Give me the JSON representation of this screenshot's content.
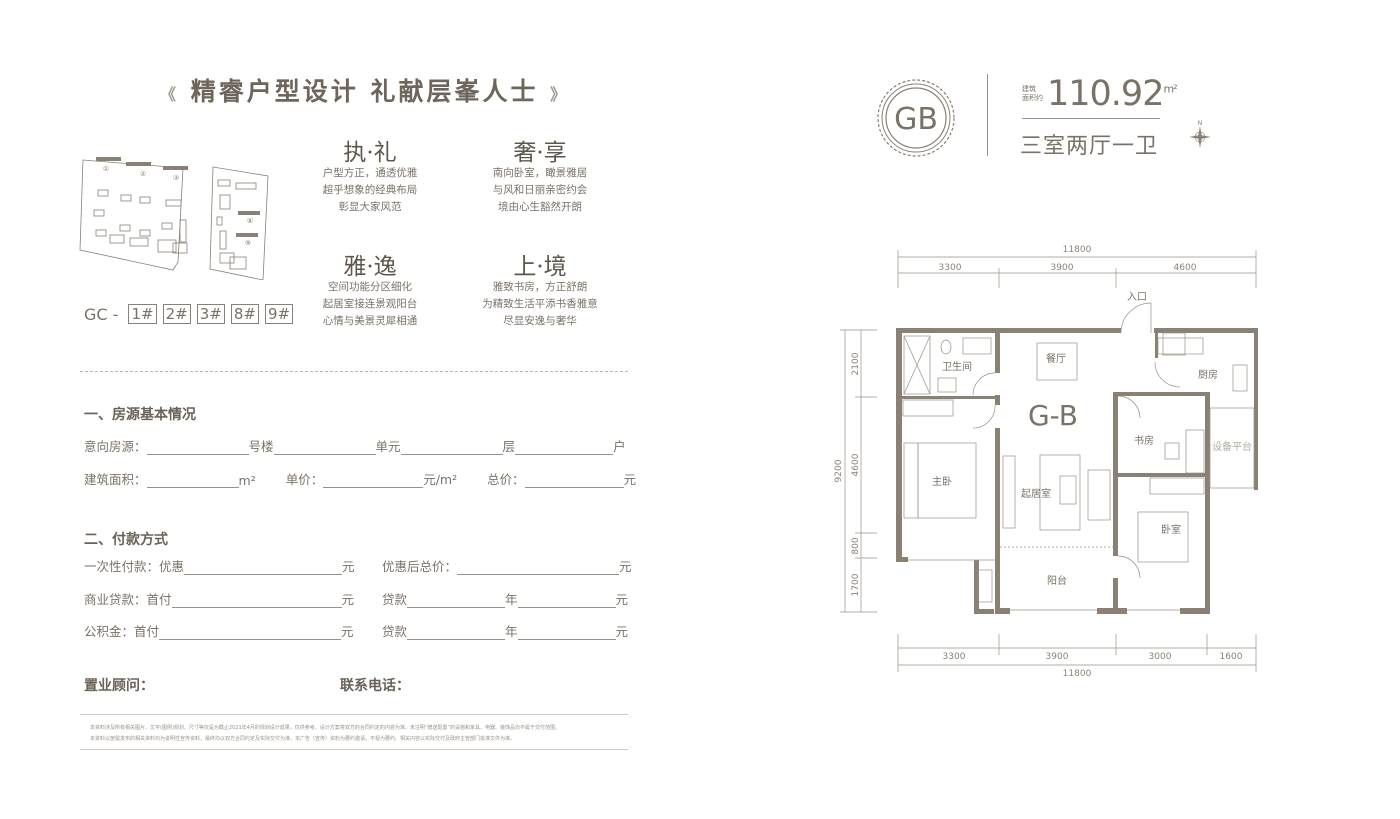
{
  "header": {
    "title": "精睿户型设计 礼献层峯人士",
    "title_ornament_left": "《",
    "title_ornament_right": "》"
  },
  "features": [
    {
      "heading": "执·礼",
      "lines": [
        "户型方正，通透优雅",
        "超乎想象的经典布局",
        "彰显大家风范"
      ]
    },
    {
      "heading": "奢·享",
      "lines": [
        "南向卧室，瞰景雅居",
        "与风和日丽亲密约会",
        "境由心生豁然开朗"
      ]
    },
    {
      "heading": "雅·逸",
      "lines": [
        "空间功能分区细化",
        "起居室接连景观阳台",
        "心情与美景灵犀相通"
      ]
    },
    {
      "heading": "上·境",
      "lines": [
        "雅致书房，方正舒朗",
        "为精致生活平添书香雅意",
        "尽显安逸与奢华"
      ]
    }
  ],
  "site_plan": {
    "building_numbers": [
      "①",
      "②",
      "③",
      "⑧",
      "⑨"
    ]
  },
  "buildings": {
    "prefix": "GC -",
    "items": [
      "1#",
      "2#",
      "3#",
      "8#",
      "9#"
    ]
  },
  "form": {
    "section1": {
      "heading": "一、房源基本情况",
      "row1": {
        "label": "意向房源：",
        "building": "号楼",
        "unit": "单元",
        "floor": "层",
        "room": "户"
      },
      "row2": {
        "area_label": "建筑面积：",
        "area_unit": "m²",
        "price_label": "单价：",
        "price_unit": "元/m²",
        "total_label": "总价：",
        "total_unit": "元"
      }
    },
    "section2": {
      "heading": "二、付款方式",
      "row1": {
        "label": "一次性付款：优惠",
        "unit": "元",
        "right_label": "优惠后总价：",
        "right_unit": "元"
      },
      "row2": {
        "label": "商业贷款：首付",
        "unit": "元",
        "loan_label": "贷款",
        "year": "年",
        "right_unit": "元"
      },
      "row3": {
        "label": "公积金：首付",
        "unit": "元",
        "loan_label": "贷款",
        "year": "年",
        "right_unit": "元"
      }
    },
    "advisor_label": "置业顾问：",
    "phone_label": "联系电话："
  },
  "disclaimer": [
    "本资料涉及所有相关图片、文字(图例)规划、尺寸等仅是为截止2021年4月的规划设计成果，仅供参考，设计方案将双方的合同约定的内容为准。未注明“赠送配置”的设施和家具、电器、装饰品均不属于交付范围。",
    "本资料以册需发布的相关资料均为说明性宣传资料，最终均以双方合同约定及实际交付为准。本广告（宣传）资料为要约邀请，不视为要约。相关内容以实际交付及政府主管部门批准文件为准。"
  ],
  "unit": {
    "badge": "GB",
    "area_label_line1": "建筑",
    "area_label_line2": "面积约",
    "area_value": "110.92",
    "area_unit": "m²",
    "layout": "三室两厅一卫",
    "compass_label": "N"
  },
  "floorplan": {
    "name": "G-B",
    "entrance": "入口",
    "rooms": {
      "bathroom": "卫生间",
      "dining": "餐厅",
      "kitchen": "厨房",
      "study": "书房",
      "equipment": "设备平台",
      "master_bedroom": "主卧",
      "living": "起居室",
      "bedroom": "卧室",
      "balcony": "阳台"
    },
    "dims_top_total": "11800",
    "dims_top": [
      "3300",
      "3900",
      "4600"
    ],
    "dims_bottom": [
      "3300",
      "3900",
      "3000",
      "1600"
    ],
    "dims_bottom_total": "11800",
    "dims_left_total": "9200",
    "dims_left": [
      "2100",
      "4600",
      "800",
      "1700"
    ]
  },
  "colors": {
    "text": "#7a7266",
    "wall": "#8a8073"
  }
}
